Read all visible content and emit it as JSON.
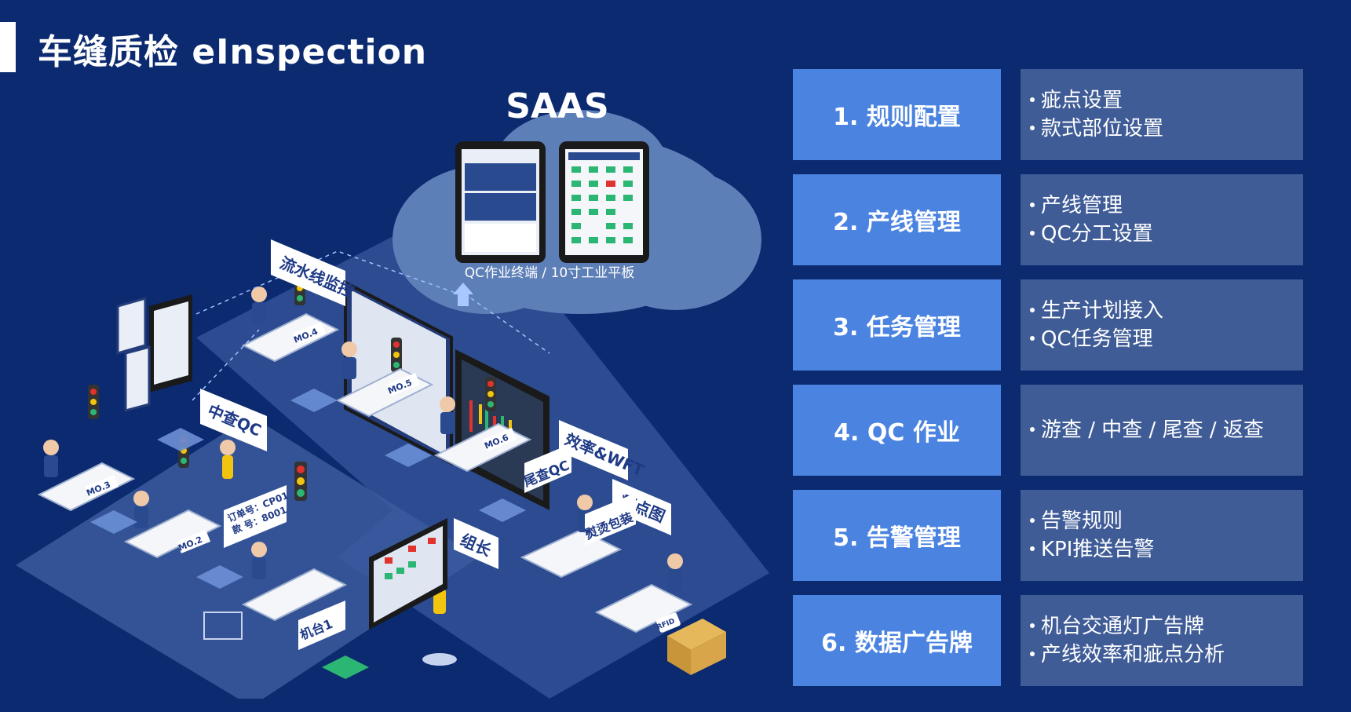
{
  "header": {
    "title": "车缝质检 eInspection"
  },
  "illustration": {
    "cloud_title": "SAAS",
    "cloud_caption": "QC作业终端 / 10寸工业平板",
    "labels": {
      "line_monitor": "流水线监控",
      "mid_qc": "中查QC",
      "efficiency_wft": "效率&WFT",
      "final_qc": "尾查QC",
      "defect_map": "疵点图",
      "ironing_pack": "熨烫包装",
      "team_leader": "组长",
      "machine": "机台1",
      "order_no": "订单号：CP01",
      "style_no": "款 号：8001",
      "mo3": "MO.3",
      "mo2": "MO.2",
      "mo4": "MO.4",
      "mo5": "MO.5",
      "mo6": "MO.6",
      "rfid": "RFID"
    }
  },
  "features": [
    {
      "title": "1. 规则配置",
      "items": [
        "疵点设置",
        "款式部位设置"
      ]
    },
    {
      "title": "2. 产线管理",
      "items": [
        "产线管理",
        "QC分工设置"
      ]
    },
    {
      "title": "3. 任务管理",
      "items": [
        "生产计划接入",
        "QC任务管理"
      ]
    },
    {
      "title": "4. QC 作业",
      "items": [
        "游查 / 中查 / 尾查 / 返查"
      ]
    },
    {
      "title": "5. 告警管理",
      "items": [
        "告警规则",
        "KPI推送告警"
      ]
    },
    {
      "title": "6. 数据广告牌",
      "items": [
        "机台交通灯广告牌",
        "产线效率和疵点分析"
      ]
    }
  ],
  "colors": {
    "background": "#0b2a6f",
    "feature_left": "#4a83e0",
    "feature_right": "#3f5c97"
  }
}
